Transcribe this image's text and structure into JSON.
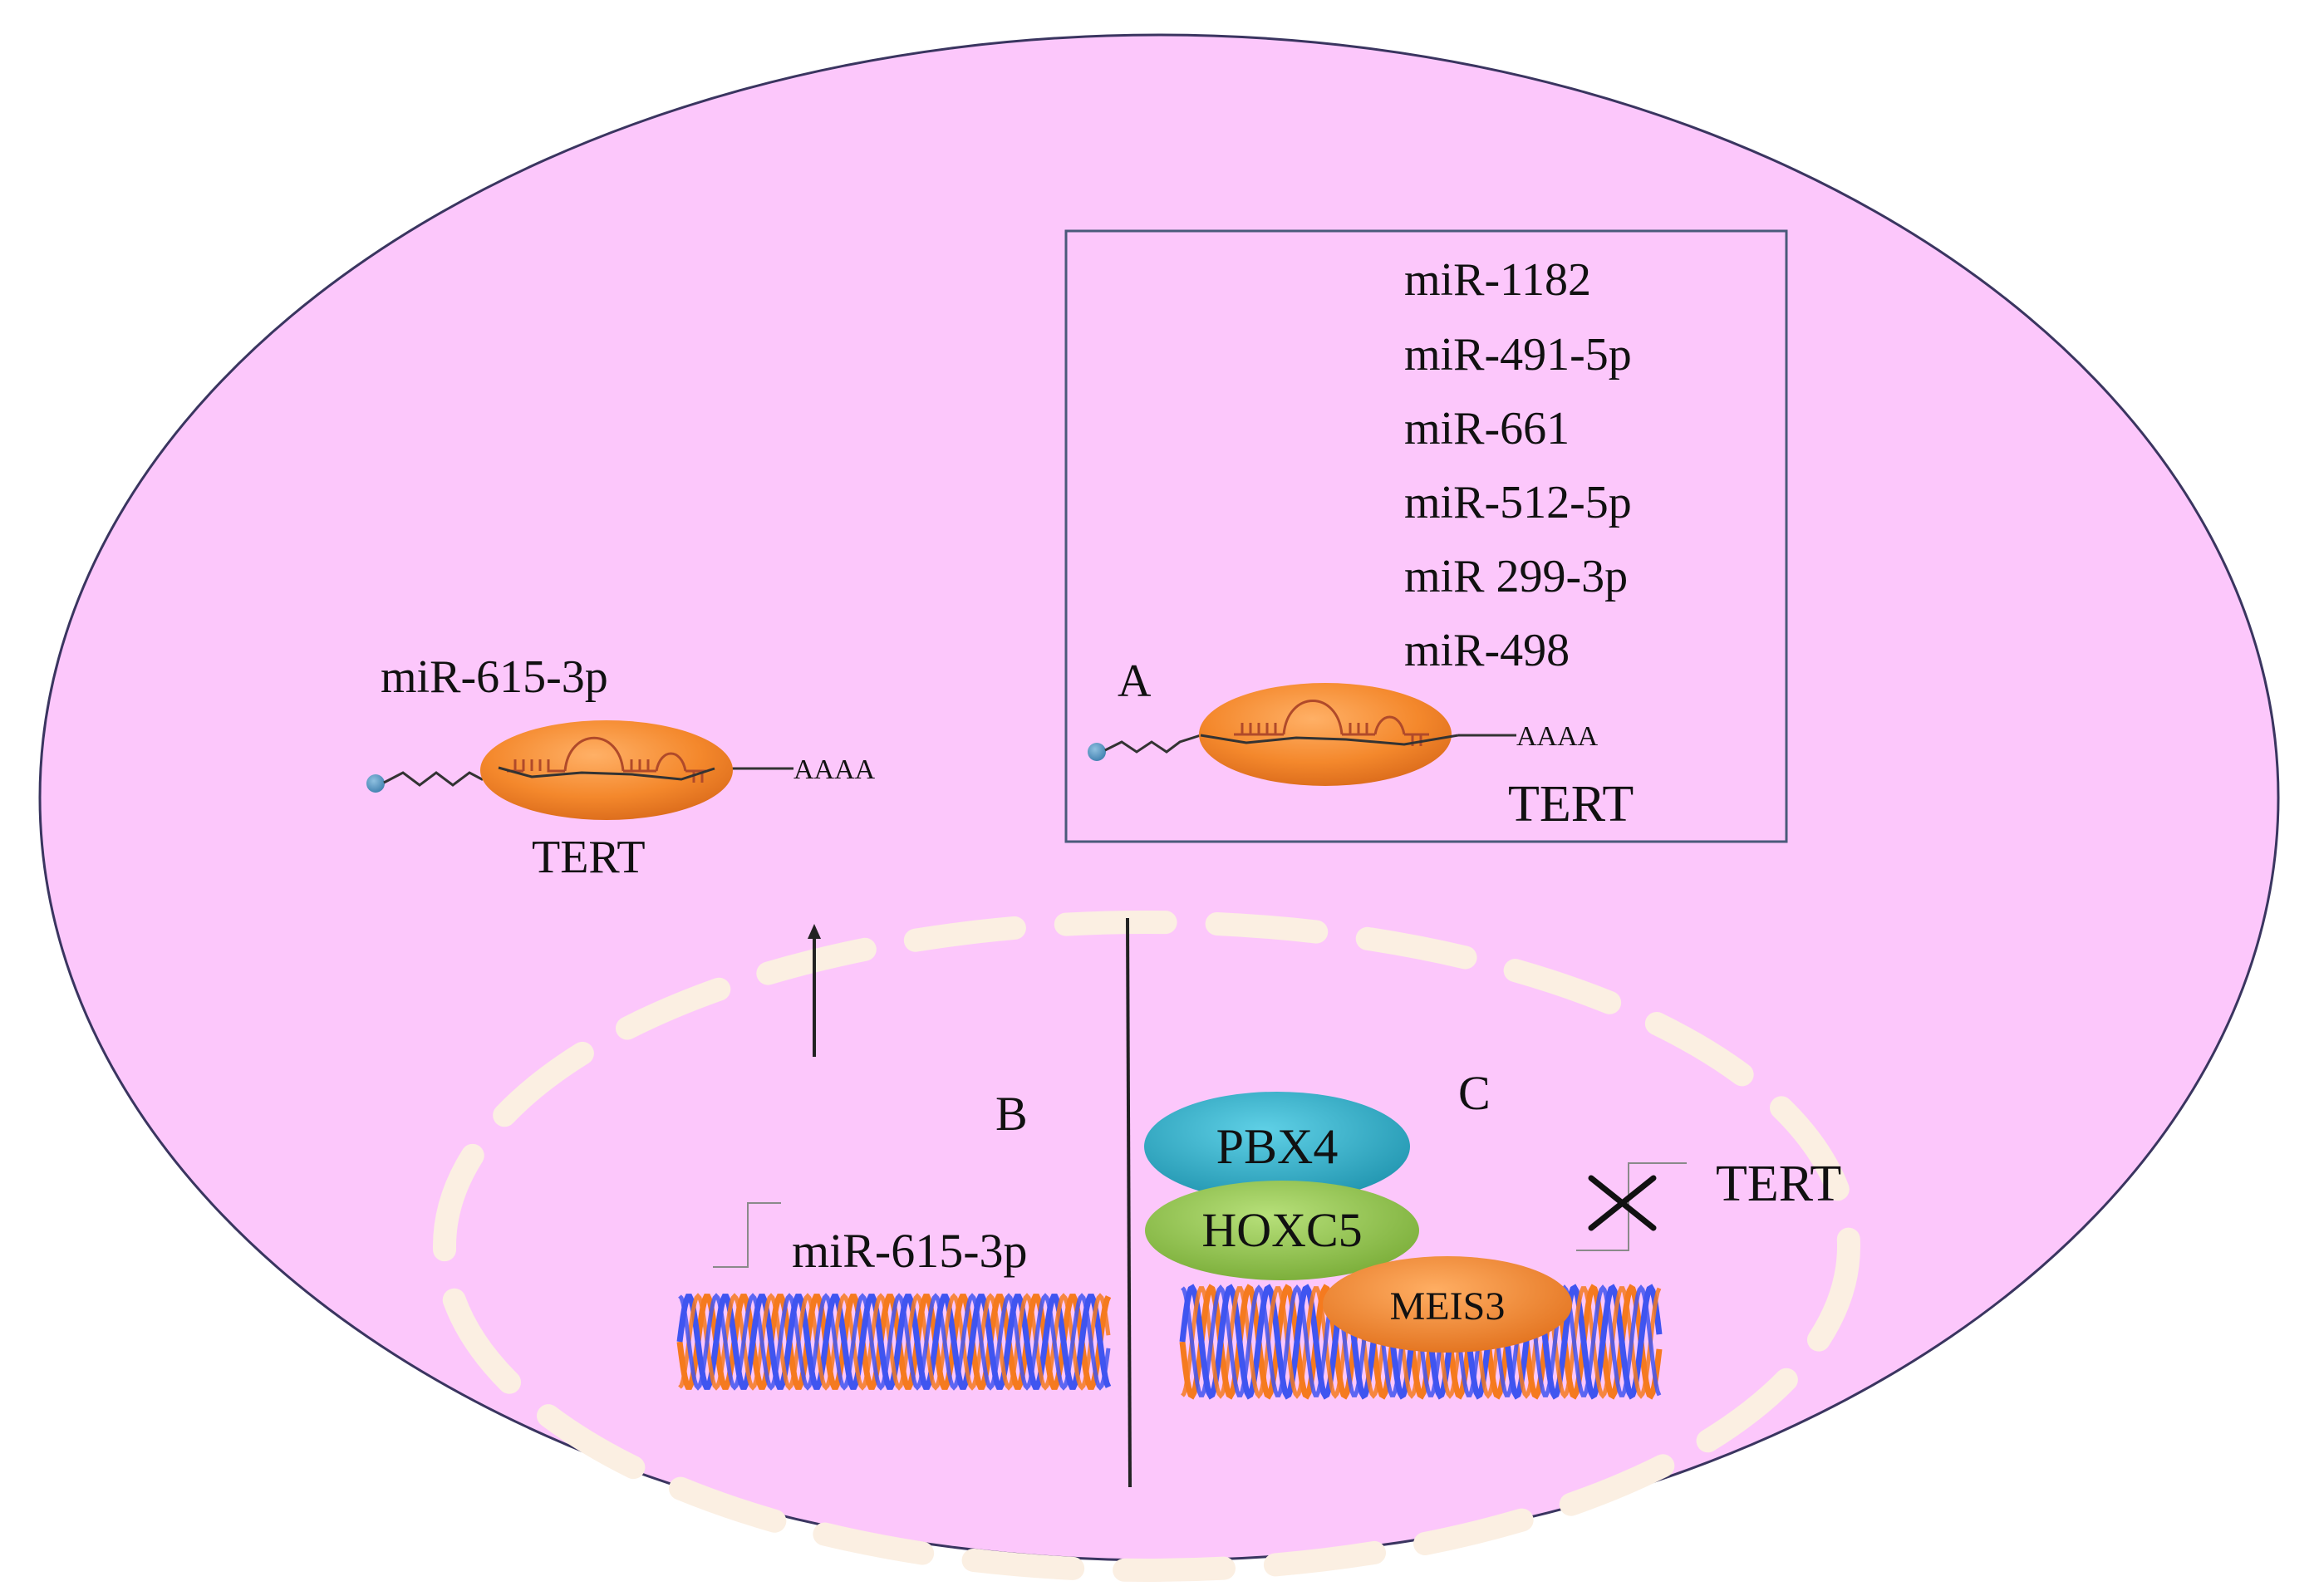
{
  "cytoplasm_label_mirna": "miR-615-3p",
  "cytoplasm_label_mrna": "TERT",
  "cytoplasm_polyA": "AAAA",
  "panel_a": {
    "letter": "A",
    "mirnas": [
      "miR-1182",
      "miR-491-5p",
      "miR-661",
      "miR-512-5p",
      "miR 299-3p",
      "miR-498"
    ],
    "mrna_label": "TERT",
    "polyA": "AAAA"
  },
  "panel_b": {
    "letter": "B",
    "gene_label": "miR-615-3p"
  },
  "panel_c": {
    "letter": "C",
    "proteins": {
      "top": "PBX4",
      "middle": "HOXC5",
      "bottom": "MEIS3"
    },
    "target_label": "TERT"
  },
  "colors": {
    "cell_fill": "#fcc7fb",
    "nucleus_membrane": "#fbefe2",
    "ribosome": "#f4882c",
    "pbx4": "#1fa6c2",
    "hoxc5": "#8ec243",
    "meis3": "#f4882c",
    "dna_strand_1": "#f57a1f",
    "dna_strand_2": "#3f55f0"
  }
}
